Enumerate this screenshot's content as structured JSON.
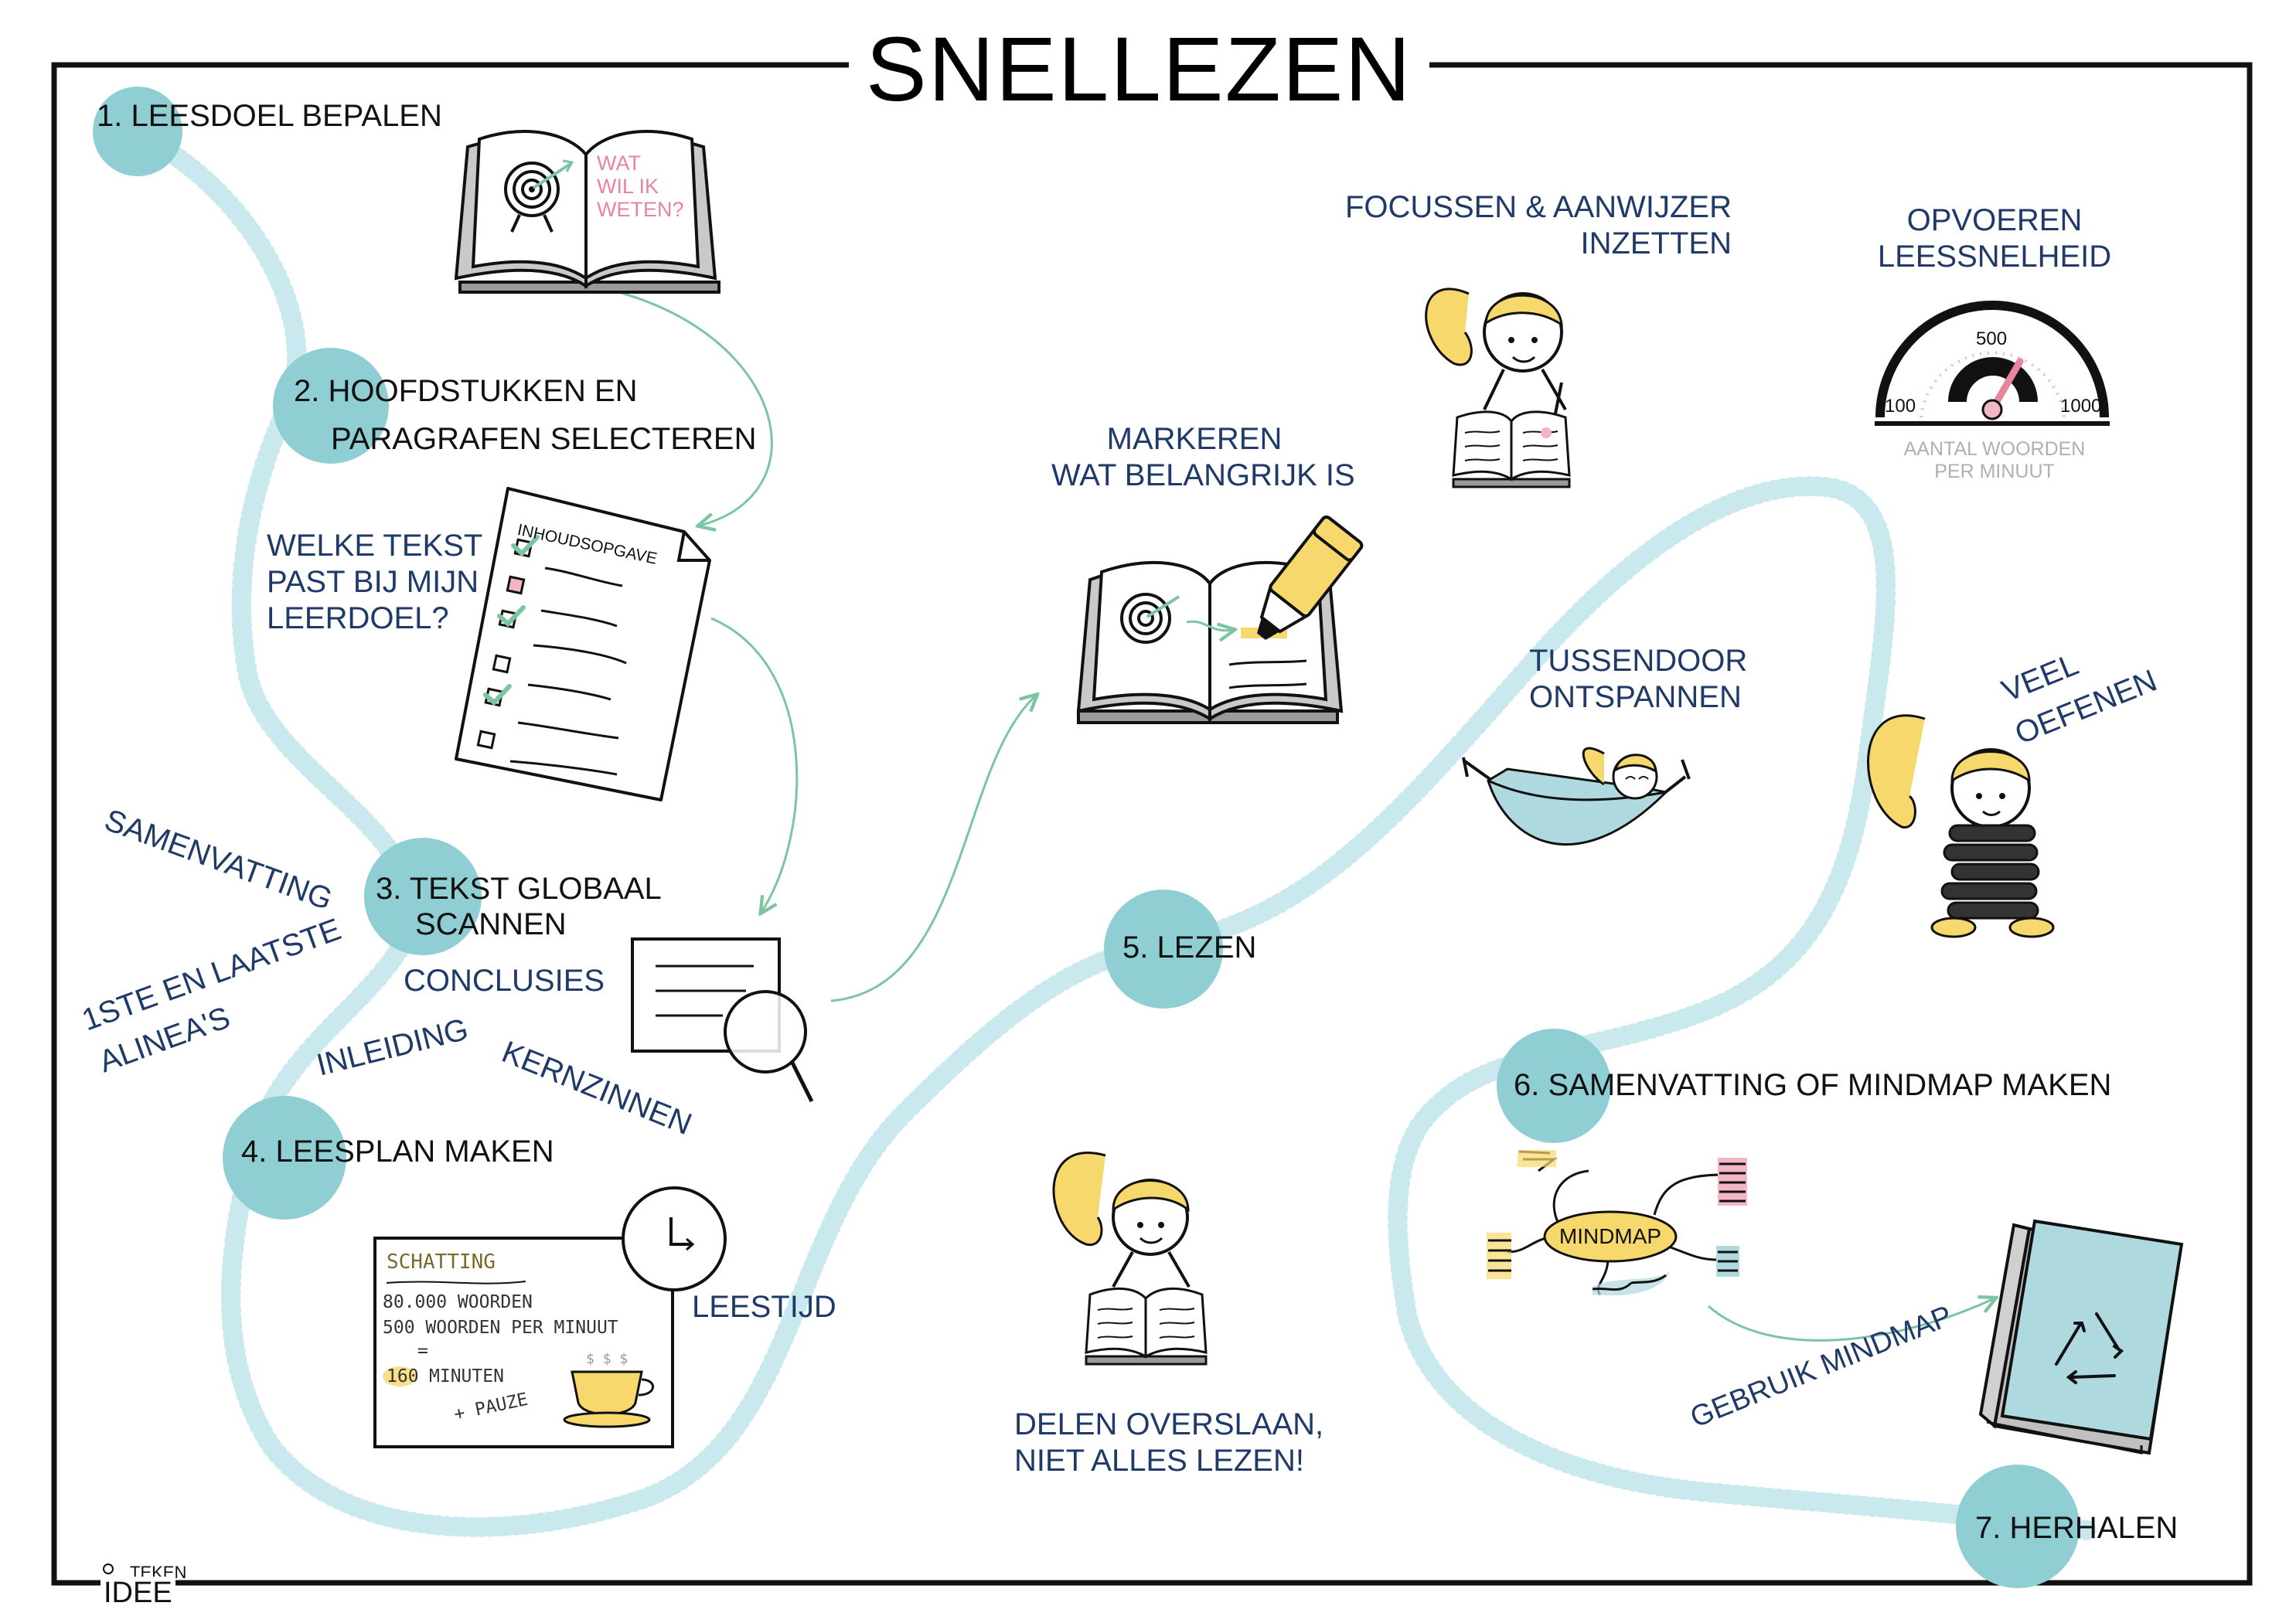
{
  "title": "SNELLEZEN",
  "steps": {
    "s1": "1. LEESDOEL BEPALEN",
    "s2a": "2. HOOFDSTUKKEN EN",
    "s2b": "PARAGRAFEN SELECTEREN",
    "s3a": "3.  TEKST  GLOBAAL",
    "s3b": "SCANNEN",
    "s4": "4. LEESPLAN MAKEN",
    "s5": "5. LEZEN",
    "s6": "6. SAMENVATTING OF MINDMAP MAKEN",
    "s7": "7. HERHALEN"
  },
  "book1": {
    "l1": "WAT",
    "l2": "WIL IK",
    "l3": "WETEN?"
  },
  "doc_heading": "INHOUDSOPGAVE",
  "question": {
    "l1": "WELKE TEKST",
    "l2": "PAST BIJ MIJN",
    "l3": "LEERDOEL?"
  },
  "scan_words": {
    "samenvatting": "SAMENVATTING",
    "alineas_1": "1STE EN LAATSTE",
    "alineas_2": "ALINEA'S",
    "conclusies": "CONCLUSIES",
    "inleiding": "INLEIDING",
    "kernzinnen": "KERNZINNEN"
  },
  "estimate": {
    "heading": "SCHATTING",
    "l1": "80.000 WOORDEN",
    "l2": "500 WOORDEN PER MINUUT",
    "eq": "=",
    "minutes": "160",
    "l3": "MINUTEN",
    "pause": "+ PAUZE",
    "steam": "$ $ $"
  },
  "leestijd": "LEESTIJD",
  "markeren": {
    "l1": "MARKEREN",
    "l2": "WAT BELANGRIJK IS"
  },
  "focussen": {
    "l1": "FOCUSSEN & AANWIJZER",
    "l2": "INZETTEN"
  },
  "opvoeren": {
    "l1": "OPVOEREN",
    "l2": "LEESSNELHEID"
  },
  "speedometer": {
    "min": "100",
    "mid": "500",
    "max": "1000",
    "cap1": "AANTAL WOORDEN",
    "cap2": "PER MINUUT",
    "value": 700
  },
  "ontspannen": {
    "l1": "TUSSENDOOR",
    "l2": "ONTSPANNEN"
  },
  "oefenen": {
    "l1": "VEEL",
    "l2": "OEFENEN"
  },
  "overslaan": {
    "l1": "DELEN OVERSLAAN,",
    "l2": "NIET ALLES LEZEN!"
  },
  "mindmap_label": "MINDMAP",
  "gebruik": "GEBRUIK MINDMAP",
  "logo": {
    "top": "TEKEN",
    "bottom": "IDEE"
  },
  "colors": {
    "teal": "#8fcfd3",
    "path": "#c9e9ee",
    "navy": "#1f3a68",
    "yellow": "#f6d86c",
    "pink": "#e8849b",
    "green": "#7cc5a3",
    "cover": "#aed9de"
  }
}
